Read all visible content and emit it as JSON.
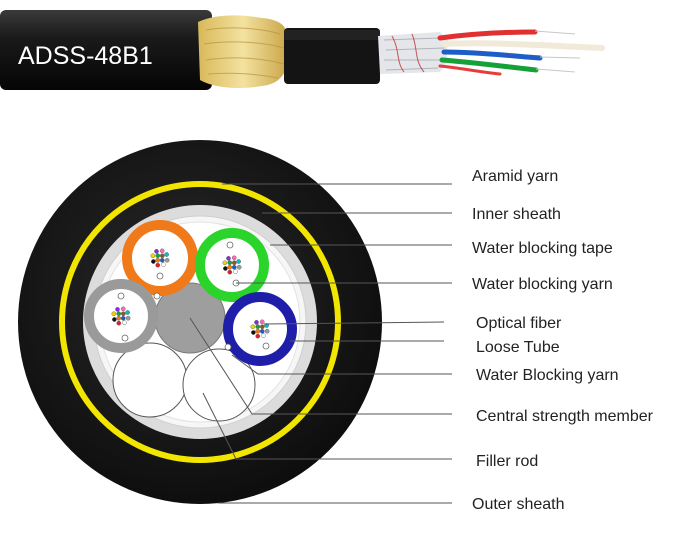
{
  "cable": {
    "model": "ADSS-48B1"
  },
  "callouts": [
    {
      "id": "aramid-yarn",
      "label": "Aramid yarn"
    },
    {
      "id": "inner-sheath",
      "label": "Inner sheath"
    },
    {
      "id": "water-blocking-tape",
      "label": "Water blocking tape"
    },
    {
      "id": "water-blocking-yarn-outer",
      "label": "Water blocking yarn"
    },
    {
      "id": "optical-fiber",
      "label": "Optical fiber"
    },
    {
      "id": "loose-tube",
      "label": "Loose Tube"
    },
    {
      "id": "water-blocking-yarn-inner",
      "label": "Water Blocking yarn"
    },
    {
      "id": "central-strength-member",
      "label": "Central strength member"
    },
    {
      "id": "filler-rod",
      "label": "Filler rod"
    },
    {
      "id": "outer-sheath",
      "label": "Outer sheath"
    }
  ],
  "colors": {
    "outer_sheath": "#1c1c1c",
    "aramid_ring": "#f2e600",
    "inner_sheath": "#d9d9d9",
    "tape": "#f4f4f4",
    "tube_orange": "#f07a1a",
    "tube_green": "#2ad42a",
    "tube_gray": "#9a9a9a",
    "tube_blue": "#1e1ea8",
    "strength_member": "#9d9d9d",
    "filler": "#ffffff",
    "aramid_yarn_photo": "#e8d48a"
  }
}
